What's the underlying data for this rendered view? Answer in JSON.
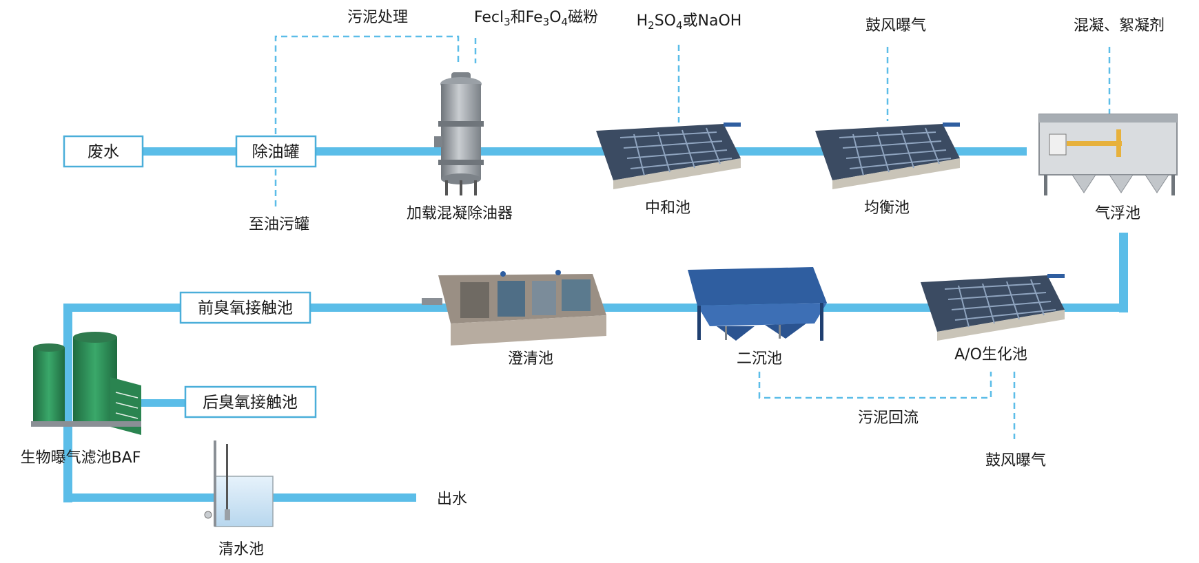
{
  "title": "",
  "inputs": {
    "sludge_treatment": "污泥处理",
    "fecl3_fe3o4": {
      "p1": "Fecl",
      "s1": "3",
      "p2": "和Fe",
      "s2": "3",
      "p3": "O",
      "s3": "4",
      "p4": "磁粉"
    },
    "h2so4_naoh": {
      "p1": "H",
      "s1": "2",
      "p2": "SO",
      "s2": "4",
      "p3": "或NaOH"
    },
    "blower_aeration_1": "鼓风曝气",
    "coagulant": "混凝、絮凝剂",
    "to_oil_tank": "至油污罐",
    "sludge_return": "污泥回流",
    "blower_aeration_2": "鼓风曝气"
  },
  "boxes": {
    "wastewater": "废水",
    "oil_removal_tank": "除油罐",
    "pre_ozone": "前臭氧接触池",
    "post_ozone": "后臭氧接触池"
  },
  "units": {
    "coag_oil_remover": "加载混凝除油器",
    "neutralization": "中和池",
    "equalization": "均衡池",
    "air_flotation": "气浮池",
    "ao_bio": "A/O生化池",
    "secondary_settling": "二沉池",
    "clarifier": "澄清池",
    "baf": "生物曝气滤池BAF",
    "clear_water": "清水池"
  },
  "outflow": "出水",
  "colors": {
    "pipe": "#5bbde8",
    "box_border": "#4aaed9",
    "tank_green": "#2f8a57",
    "steel": "#8a8f95",
    "basin_blue": "#2f5ea0"
  }
}
